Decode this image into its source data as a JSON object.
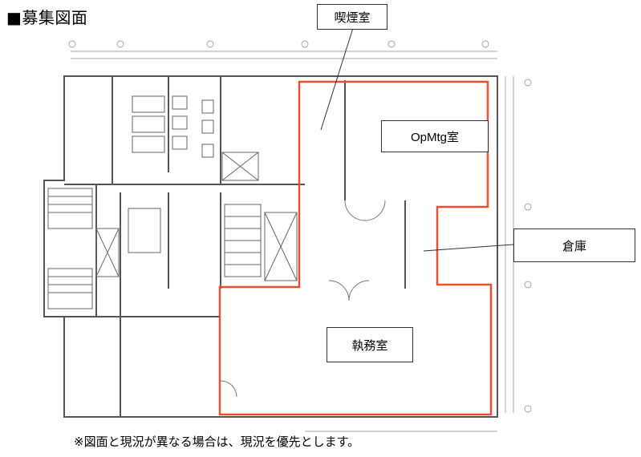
{
  "heading": "■募集図面",
  "rooms": {
    "smoking": "喫煙室",
    "opmtg": "OpMtg室",
    "storage": "倉庫",
    "office": "執務室"
  },
  "note": "※図面と現況が異なる場合は、現況を優先とします。",
  "colors": {
    "highlight": "#e8502f",
    "wall": "#555555"
  }
}
